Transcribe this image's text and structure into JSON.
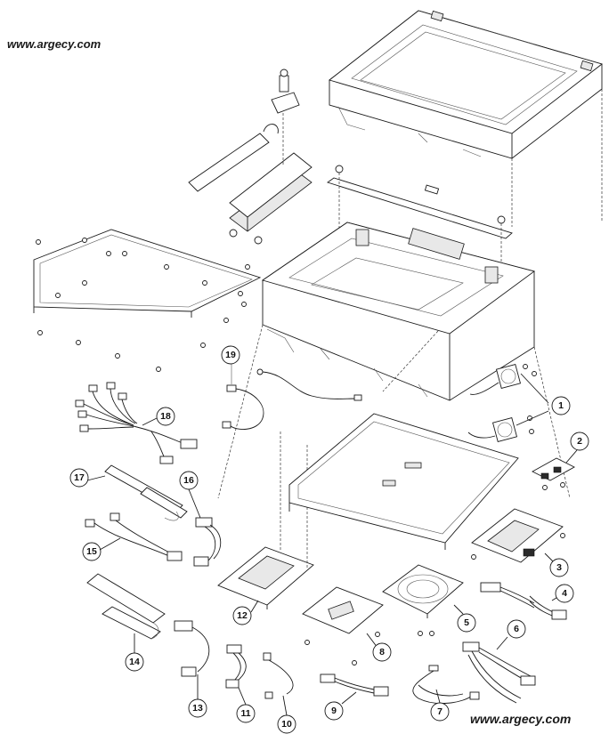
{
  "watermarks": {
    "top": "www.argecy.com",
    "bottom": "www.argecy.com"
  },
  "callouts": [
    "1",
    "2",
    "3",
    "4",
    "5",
    "6",
    "7",
    "8",
    "9",
    "10",
    "11",
    "12",
    "13",
    "14",
    "15",
    "16",
    "17",
    "18",
    "19"
  ]
}
